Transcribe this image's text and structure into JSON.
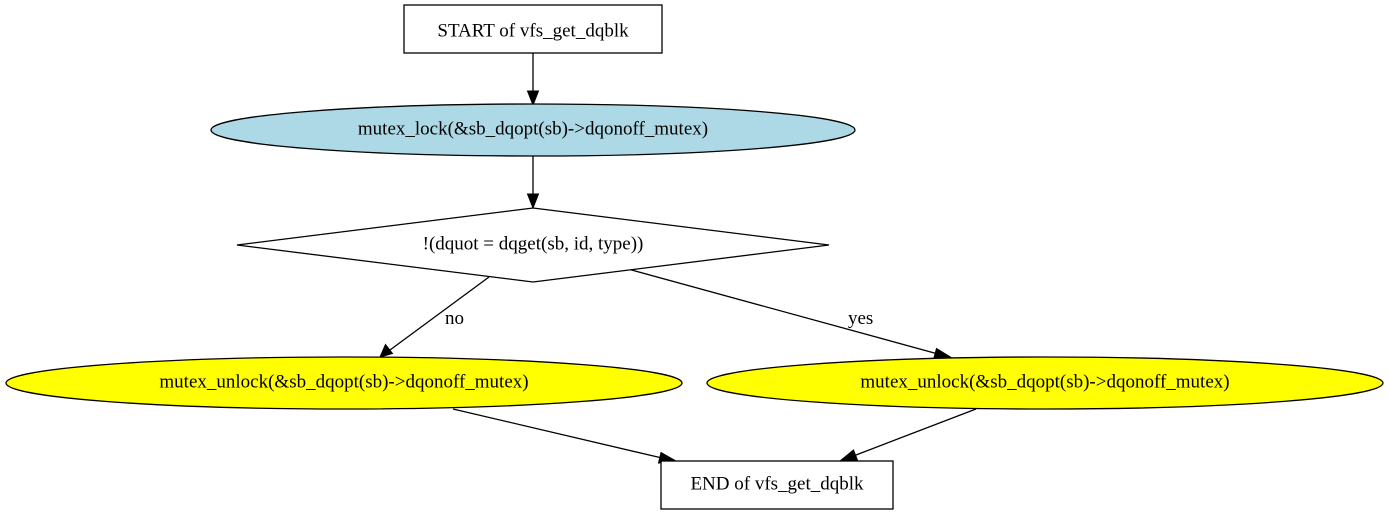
{
  "nodes": {
    "start": {
      "label": "START of vfs_get_dqblk",
      "shape": "box",
      "fill": "#ffffff"
    },
    "lock": {
      "label": "mutex_lock(&sb_dqopt(sb)->dqonoff_mutex)",
      "shape": "ellipse",
      "fill": "#add8e6"
    },
    "decision": {
      "label": "!(dquot = dqget(sb, id, type))",
      "shape": "diamond",
      "fill": "#ffffff"
    },
    "unlock_no": {
      "label": "mutex_unlock(&sb_dqopt(sb)->dqonoff_mutex)",
      "shape": "ellipse",
      "fill": "#ffff00"
    },
    "unlock_yes": {
      "label": "mutex_unlock(&sb_dqopt(sb)->dqonoff_mutex)",
      "shape": "ellipse",
      "fill": "#ffff00"
    },
    "end": {
      "label": "END of vfs_get_dqblk",
      "shape": "box",
      "fill": "#ffffff"
    }
  },
  "edges": [
    {
      "from": "start",
      "to": "lock",
      "label": ""
    },
    {
      "from": "lock",
      "to": "decision",
      "label": ""
    },
    {
      "from": "decision",
      "to": "unlock_no",
      "label": "no"
    },
    {
      "from": "decision",
      "to": "unlock_yes",
      "label": "yes"
    },
    {
      "from": "unlock_no",
      "to": "end",
      "label": ""
    },
    {
      "from": "unlock_yes",
      "to": "end",
      "label": ""
    }
  ]
}
